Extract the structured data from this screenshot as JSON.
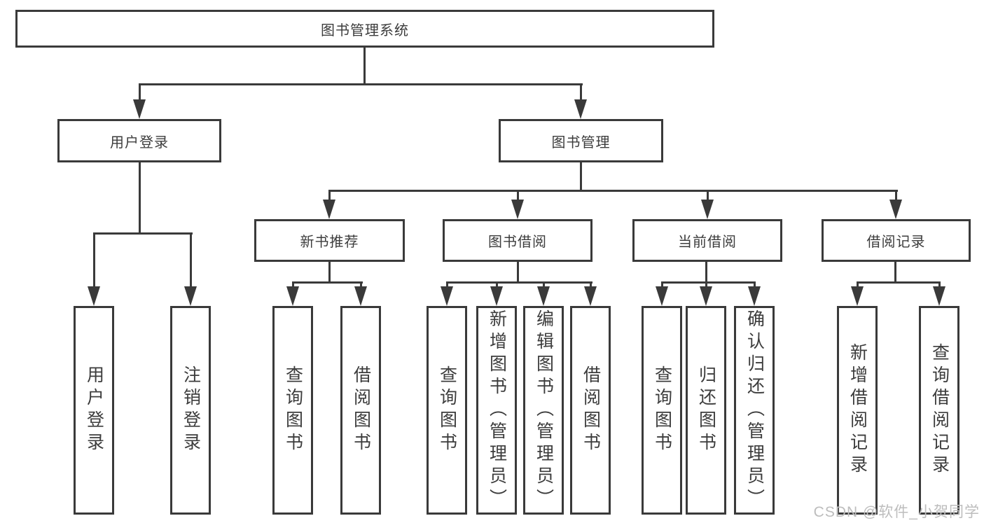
{
  "colors": {
    "line": "#3a3a3a",
    "text": "#3c3c3c",
    "box-bg": "#ffffff",
    "background": "#ffffff",
    "watermark": "#bdbdbd"
  },
  "diagram": {
    "root": "图书管理系统",
    "branches": [
      {
        "label": "用户登录",
        "leaves": [
          "用户登录",
          "注销登录"
        ]
      },
      {
        "label": "图书管理",
        "groups": [
          {
            "label": "新书推荐",
            "leaves": [
              "查询图书",
              "借阅图书"
            ]
          },
          {
            "label": "图书借阅",
            "leaves": [
              "查询图书",
              "新增图书（管理员）",
              "编辑图书（管理员）",
              "借阅图书"
            ]
          },
          {
            "label": "当前借阅",
            "leaves": [
              "查询图书",
              "归还图书",
              "确认归还（管理员）"
            ]
          },
          {
            "label": "借阅记录",
            "leaves": [
              "新增借阅记录",
              "查询借阅记录"
            ]
          }
        ]
      }
    ]
  },
  "watermark": "CSDN @软件_小贺同学"
}
